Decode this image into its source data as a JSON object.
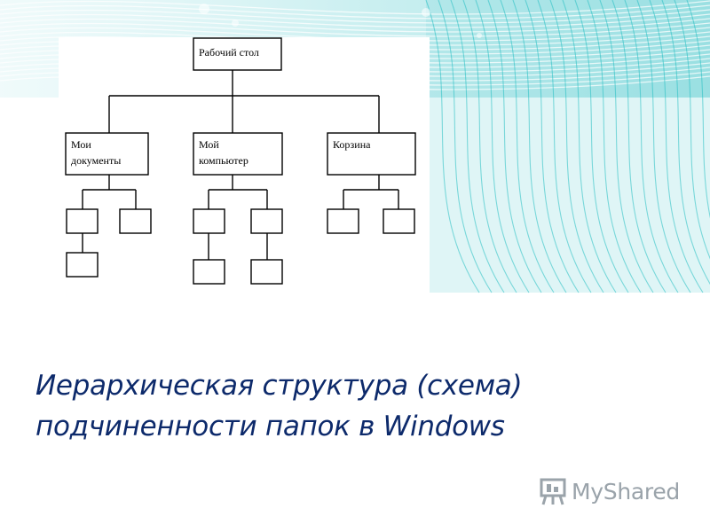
{
  "diagram": {
    "nodes": {
      "root": {
        "label_lines": [
          "Рабочий стол"
        ]
      },
      "docs": {
        "label_lines": [
          "Мои",
          "документы"
        ]
      },
      "computer": {
        "label_lines": [
          "Мой",
          "компьютер"
        ]
      },
      "recycle": {
        "label_lines": [
          "Корзина"
        ]
      }
    }
  },
  "title": {
    "line1": "Иерархическая структура (схема)",
    "line2": "подчиненности папок в Windows"
  },
  "watermark": {
    "text": "MyShared",
    "icon": "presentation-board-icon"
  },
  "colors": {
    "title": "#0d2a6b",
    "wave_accent": "#22c4c6",
    "watermark": "#9aa3aa"
  }
}
